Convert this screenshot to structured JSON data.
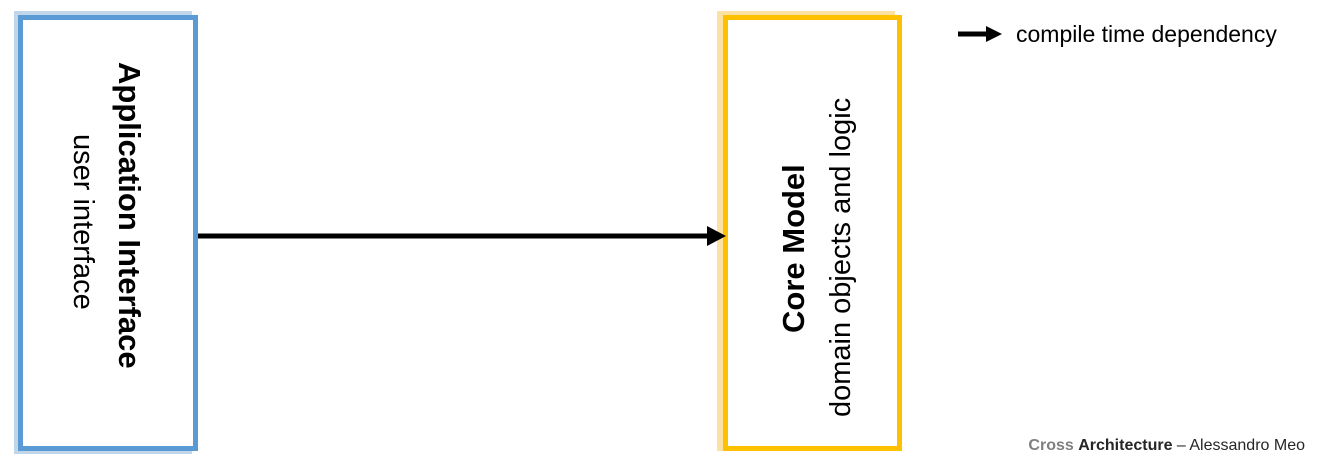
{
  "application_box": {
    "title": "Application Interface",
    "subtitle": "user interface",
    "border_color": "#5b9bd5"
  },
  "core_box": {
    "title": "Core Model",
    "subtitle": "domain objects and logic",
    "border_color": "#ffc000"
  },
  "legend": {
    "label": "compile time dependency",
    "icon": "arrow-right-icon"
  },
  "credit": {
    "word1": "Cross",
    "word2": "Architecture",
    "separator": " – ",
    "author": "Alessandro Meo"
  },
  "connections": [
    {
      "from": "Application Interface",
      "to": "Core Model",
      "type": "compile time dependency"
    }
  ]
}
